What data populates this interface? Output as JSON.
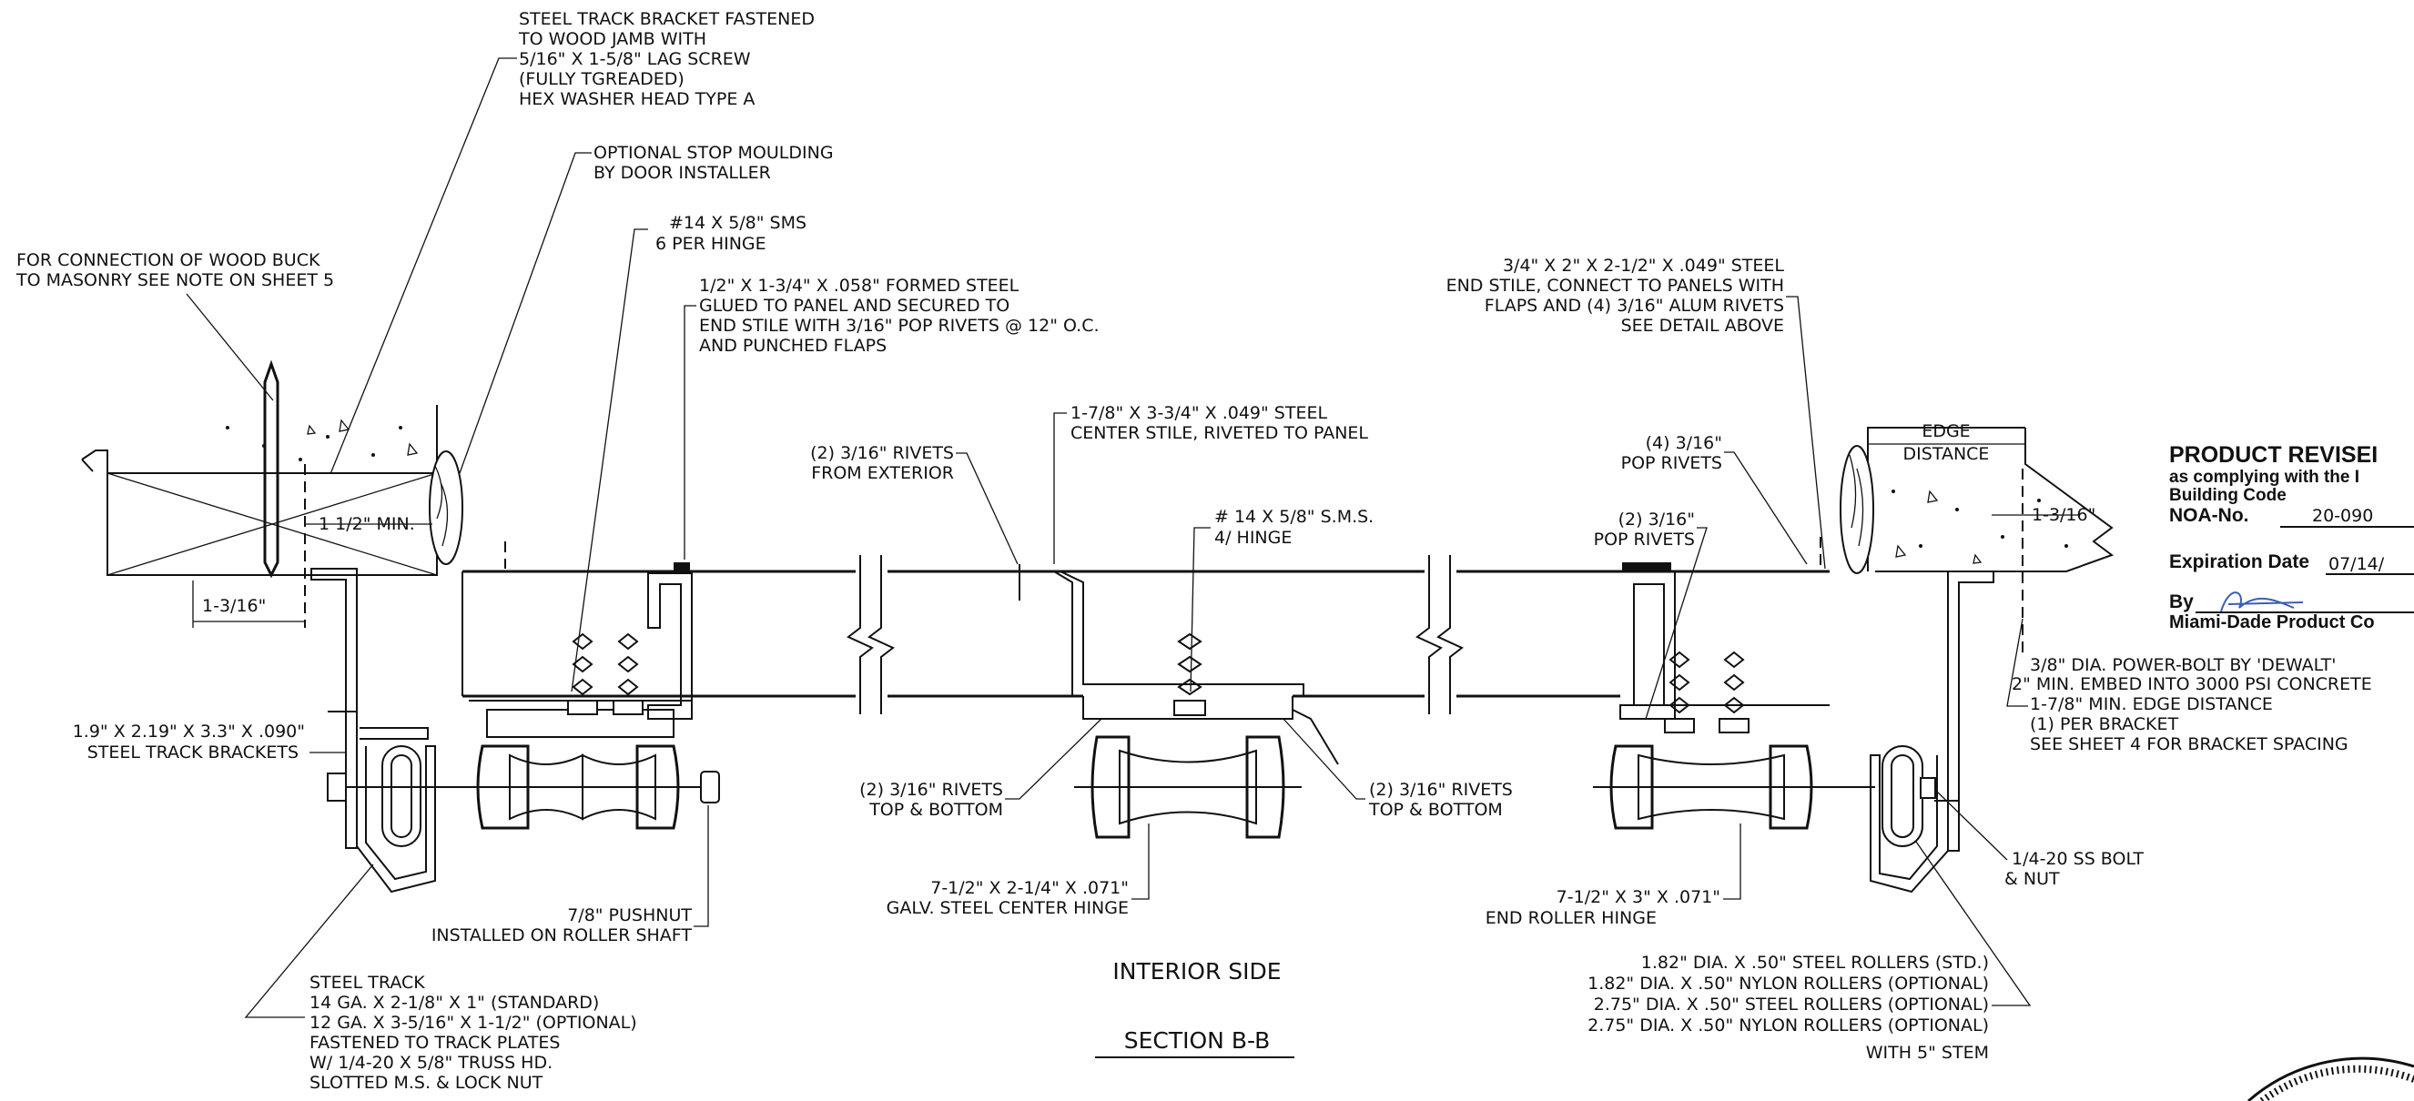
{
  "drawing": {
    "notes": {
      "track_bracket": [
        "STEEL TRACK BRACKET FASTENED",
        "TO WOOD JAMB WITH",
        "5/16\" X 1-5/8\" LAG SCREW",
        "(FULLY TGREADED)",
        "HEX WASHER HEAD TYPE A"
      ],
      "stop_moulding": [
        "OPTIONAL STOP MOULDING",
        "BY DOOR INSTALLER"
      ],
      "wood_buck": [
        "FOR CONNECTION OF WOOD BUCK",
        "TO MASONRY SEE NOTE ON SHEET 5"
      ],
      "sms_hinge": [
        "#14 X 5/8\" SMS",
        "6 PER HINGE"
      ],
      "formed_steel": [
        "1/2\" X 1-3/4\" X .058\" FORMED STEEL",
        "GLUED TO PANEL AND SECURED TO",
        "END STILE WITH 3/16\" POP RIVETS @ 12\" O.C.",
        "AND PUNCHED FLAPS"
      ],
      "end_stile": [
        "3/4\" X 2\" X 2-1/2\" X .049\" STEEL",
        "END STILE, CONNECT TO PANELS WITH",
        "FLAPS AND (4) 3/16\" ALUM RIVETS",
        "SEE DETAIL ABOVE"
      ],
      "center_stile": [
        "1-7/8\" X 3-3/4\" X .049\" STEEL",
        "CENTER STILE, RIVETED TO PANEL"
      ],
      "rivets_exterior": [
        "(2) 3/16\" RIVETS",
        "FROM EXTERIOR"
      ],
      "sms_center": [
        "# 14 X 5/8\" S.M.S.",
        "4/ HINGE"
      ],
      "pop_rivets_4": [
        "(4) 3/16\"",
        "POP RIVETS"
      ],
      "pop_rivets_2": [
        "(2) 3/16\"",
        "POP RIVETS"
      ],
      "edge_distance": [
        "EDGE",
        "DISTANCE"
      ],
      "dim_min": "1 1/2\" MIN.",
      "dim_left": "1-3/16\"",
      "dim_right": "1-3/16\"",
      "track_brackets": [
        "1.9\" X 2.19\" X 3.3\" X .090\"",
        "STEEL TRACK BRACKETS"
      ],
      "power_bolt": [
        "3/8\" DIA. POWER-BOLT BY 'DEWALT'",
        "2\" MIN. EMBED INTO 3000 PSI CONCRETE",
        "1-7/8\" MIN. EDGE DISTANCE",
        "(1) PER BRACKET",
        "SEE SHEET 4 FOR BRACKET SPACING"
      ],
      "rivets_tb_left": [
        "(2) 3/16\" RIVETS",
        "TOP & BOTTOM"
      ],
      "rivets_tb_right": [
        "(2) 3/16\" RIVETS",
        "TOP & BOTTOM"
      ],
      "center_hinge": [
        "7-1/2\" X 2-1/4\" X .071\"",
        "GALV. STEEL CENTER HINGE"
      ],
      "pushnut": [
        "7/8\" PUSHNUT",
        "INSTALLED ON ROLLER SHAFT"
      ],
      "end_roller_hinge": [
        "7-1/2\" X 3\" X .071\"",
        "END ROLLER HINGE"
      ],
      "ss_bolt": [
        "1/4-20 SS BOLT",
        "& NUT"
      ],
      "rollers": [
        "1.82\" DIA. X .50\" STEEL ROLLERS (STD.)",
        "1.82\" DIA. X .50\" NYLON ROLLERS (OPTIONAL)",
        "2.75\" DIA. X .50\" STEEL ROLLERS (OPTIONAL)",
        "2.75\" DIA. X .50\" NYLON ROLLERS (OPTIONAL)",
        "WITH 5\" STEM"
      ],
      "steel_track": [
        "STEEL TRACK",
        "14 GA. X 2-1/8\" X 1\" (STANDARD)",
        "12 GA. X 3-5/16\" X 1-1/2\" (OPTIONAL)",
        "FASTENED TO TRACK PLATES",
        "W/ 1/4-20 X 5/8\" TRUSS HD.",
        "SLOTTED M.S. & LOCK NUT"
      ]
    },
    "interior_side": "INTERIOR SIDE",
    "section_title": "SECTION B-B"
  },
  "stamp": {
    "title": "PRODUCT REVISEI",
    "line1": "as complying with the I",
    "line2": "Building Code",
    "noa_label": "NOA-No.",
    "noa_value": "20-090",
    "expiration_label": "Expiration Date",
    "expiration_value": "07/14/",
    "by_label": "By",
    "footer": "Miami-Dade Product Co"
  }
}
